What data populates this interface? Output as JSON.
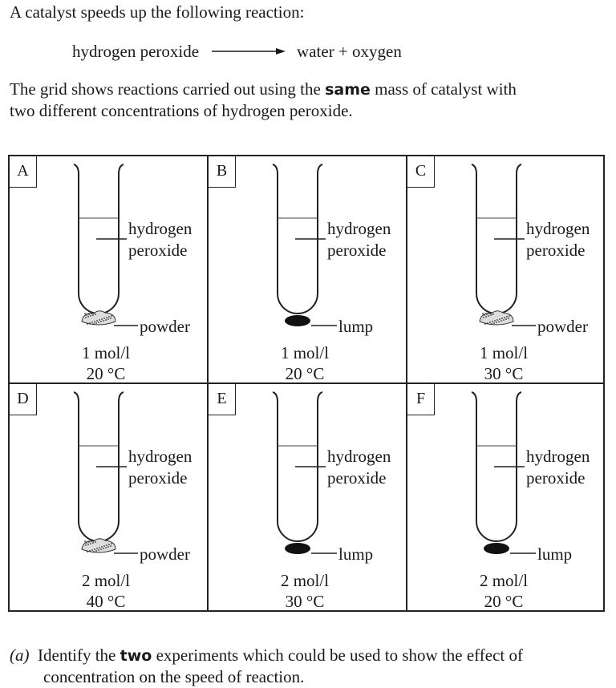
{
  "intro": "A catalyst speeds up the following reaction:",
  "equation": {
    "reactant": "hydrogen peroxide",
    "products": "water + oxygen"
  },
  "grid_intro": {
    "line1_pre": "The grid shows reactions carried out using the ",
    "line1_bold": "same",
    "line1_post": " mass of catalyst with",
    "line2": "two different concentrations of hydrogen peroxide."
  },
  "liquid_label": [
    "hydrogen",
    "peroxide"
  ],
  "experiments": [
    {
      "letter": "A",
      "catalyst": "powder",
      "concentration": "1 mol/l",
      "temperature": "20 °C"
    },
    {
      "letter": "B",
      "catalyst": "lump",
      "concentration": "1 mol/l",
      "temperature": "20 °C"
    },
    {
      "letter": "C",
      "catalyst": "powder",
      "concentration": "1 mol/l",
      "temperature": "30 °C"
    },
    {
      "letter": "D",
      "catalyst": "powder",
      "concentration": "2 mol/l",
      "temperature": "40 °C"
    },
    {
      "letter": "E",
      "catalyst": "lump",
      "concentration": "2 mol/l",
      "temperature": "30 °C"
    },
    {
      "letter": "F",
      "catalyst": "lump",
      "concentration": "2 mol/l",
      "temperature": "20 °C"
    }
  ],
  "question": {
    "marker": "(a)",
    "line1_pre": "Identify the ",
    "line1_bold": "two",
    "line1_post": " experiments which could be used to show the effect of",
    "line2": "concentration on the speed of reaction."
  }
}
